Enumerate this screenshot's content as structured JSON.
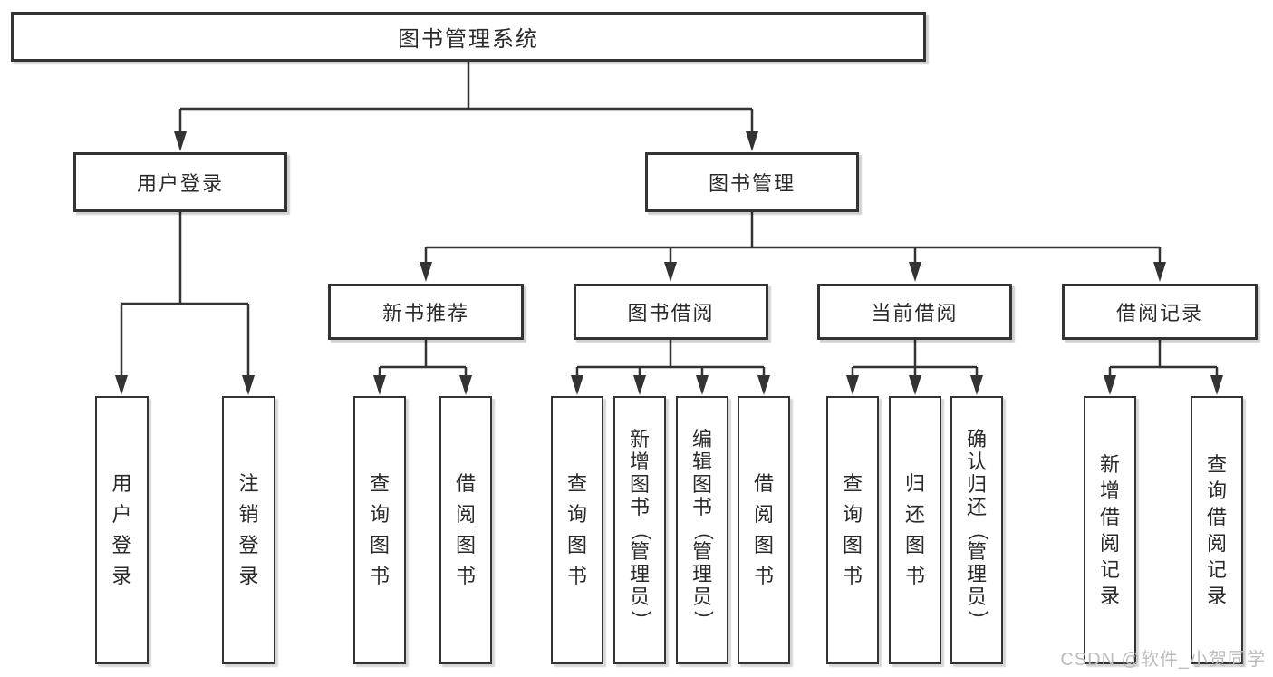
{
  "tree": {
    "root": "图书管理系统",
    "branches": [
      {
        "label": "用户登录",
        "children": [
          "用户登录",
          "注销登录"
        ]
      },
      {
        "label": "图书管理",
        "groups": [
          {
            "label": "新书推荐",
            "children": [
              "查询图书",
              "借阅图书"
            ]
          },
          {
            "label": "图书借阅",
            "children": [
              "查询图书",
              "新增图书（管理员）",
              "编辑图书（管理员）",
              "借阅图书"
            ]
          },
          {
            "label": "当前借阅",
            "children": [
              "查询图书",
              "归还图书",
              "确认归还（管理员）"
            ]
          },
          {
            "label": "借阅记录",
            "children": [
              "新增借阅记录",
              "查询借阅记录"
            ]
          }
        ]
      }
    ]
  },
  "watermark": {
    "text": "CSDN @软件_小贺同学"
  },
  "colors": {
    "line": "#333333",
    "box_border": "#333333",
    "text": "#2a2a2a",
    "watermark": "#bcbcbc",
    "background": "#ffffff"
  }
}
